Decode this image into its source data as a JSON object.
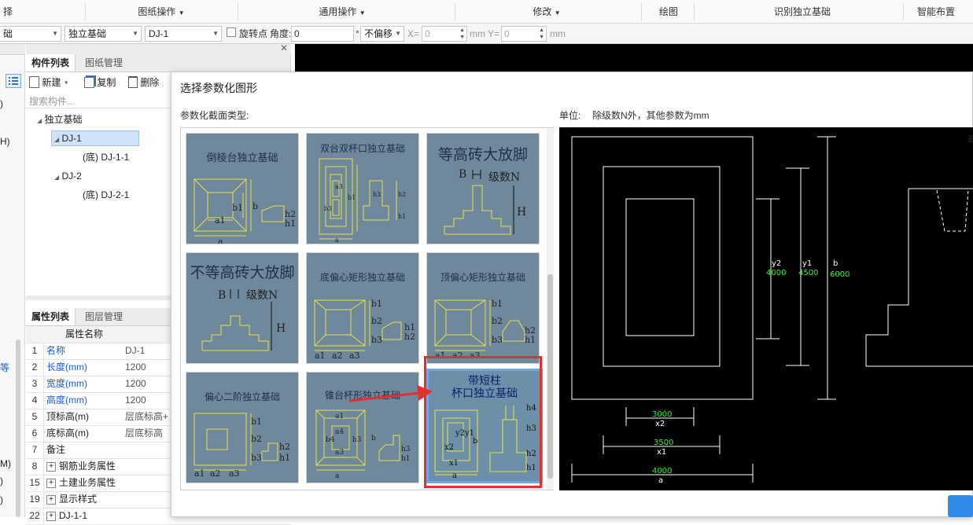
{
  "ribbon": {
    "groups": [
      {
        "label": "择",
        "has_arrow": false
      },
      {
        "label": "图纸操作",
        "has_arrow": true
      },
      {
        "label": "通用操作",
        "has_arrow": true
      },
      {
        "label": "修改",
        "has_arrow": true
      },
      {
        "label": "绘图",
        "has_arrow": false
      },
      {
        "label": "识别独立基础",
        "has_arrow": false
      },
      {
        "label": "智能布置",
        "has_arrow": false
      }
    ]
  },
  "toolbar": {
    "combo1": "础",
    "combo2": "独立基础",
    "combo3": "DJ-1",
    "rotate_label": "旋转点",
    "angle_label": "角度:",
    "angle_value": "0",
    "degree_sym": "°",
    "offset_combo": "不偏移",
    "x_label": "X=",
    "x_value": "0",
    "mm1": "mm",
    "y_label": "Y=",
    "y_value": "0",
    "mm2": "mm"
  },
  "left_strip": {
    "marks": [
      ")",
      "H)",
      "M)",
      ")",
      ")",
      "等"
    ]
  },
  "component_panel": {
    "tabs": [
      "构件列表",
      "图纸管理"
    ],
    "actions": {
      "new": "新建",
      "copy": "复制",
      "delete": "删除"
    },
    "search_placeholder": "搜索构件...",
    "tree": [
      {
        "label": "独立基础",
        "level": 0,
        "expanded": true
      },
      {
        "label": "DJ-1",
        "level": 1,
        "expanded": true,
        "selected": true
      },
      {
        "label": "(底) DJ-1-1",
        "level": 2
      },
      {
        "label": "DJ-2",
        "level": 1,
        "expanded": true
      },
      {
        "label": "(底) DJ-2-1",
        "level": 2
      }
    ]
  },
  "props_panel": {
    "tabs": [
      "属性列表",
      "图层管理"
    ],
    "header": "属性名称",
    "rows": [
      {
        "num": "1",
        "name": "名称",
        "value": "DJ-1",
        "blue": true
      },
      {
        "num": "2",
        "name": "长度(mm)",
        "value": "1200",
        "blue": true
      },
      {
        "num": "3",
        "name": "宽度(mm)",
        "value": "1200",
        "blue": true
      },
      {
        "num": "4",
        "name": "高度(mm)",
        "value": "1200",
        "blue": true
      },
      {
        "num": "5",
        "name": "顶标高(m)",
        "value": "层底标高+",
        "blue": false
      },
      {
        "num": "6",
        "name": "底标高(m)",
        "value": "层底标高",
        "blue": false
      },
      {
        "num": "7",
        "name": "备注",
        "value": "",
        "blue": false
      },
      {
        "num": "8",
        "name": "钢筋业务属性",
        "value": "",
        "blue": false,
        "expand": "+"
      },
      {
        "num": "15",
        "name": "土建业务属性",
        "value": "",
        "blue": false,
        "expand": "+"
      },
      {
        "num": "19",
        "name": "显示样式",
        "value": "",
        "blue": false,
        "expand": "+"
      },
      {
        "num": "22",
        "name": "DJ-1-1",
        "value": "",
        "blue": false,
        "expand": "+"
      }
    ]
  },
  "dialog": {
    "title": "选择参数化图形",
    "section_label": "参数化截面类型:",
    "unit_label": "单位:",
    "unit_note": "除级数N外，其他参数为mm",
    "thumbnails": [
      {
        "title": "倒棱台独立基础"
      },
      {
        "title": "双台双杯口独立基础"
      },
      {
        "title": "等高砖大放脚"
      },
      {
        "title": "不等高砖大放脚"
      },
      {
        "title": "底偏心矩形独立基础"
      },
      {
        "title": "顶偏心矩形独立基础"
      },
      {
        "title": "偏心二阶独立基础"
      },
      {
        "title": "锥台杯形独立基础"
      },
      {
        "title_line1": "带短柱",
        "title_line2": "杯口独立基础",
        "selected": true
      }
    ],
    "thumb_labels": {
      "a": "a",
      "a1": "a1",
      "a2": "a2",
      "a3": "a3",
      "a4": "a4",
      "b": "b",
      "b1": "b1",
      "b2": "b2",
      "b3": "b3",
      "b4": "b4",
      "h1": "h1",
      "h2": "h2",
      "h3": "h3",
      "h4": "h4",
      "x1": "x1",
      "x2": "x2",
      "y1": "y1",
      "y2": "y2",
      "B": "B",
      "H": "H",
      "N": "级数N"
    },
    "preview": {
      "y2_label": "y2",
      "y2_value": "4000",
      "y1_label": "y1",
      "y1_value": "4500",
      "b_label": "b",
      "b_value": "6000",
      "x2_label": "x2",
      "x2_value": "3000",
      "x1_label": "x1",
      "x1_value": "3500",
      "a_label": "a",
      "a_value": "4000",
      "edge_text": "截"
    }
  },
  "colors": {
    "selected_border": "#e03030",
    "thumb_bg": "#6f889c",
    "line_yellow": "#e6e04a",
    "dim_green": "#33ee33",
    "arrow_red": "#e03030"
  }
}
